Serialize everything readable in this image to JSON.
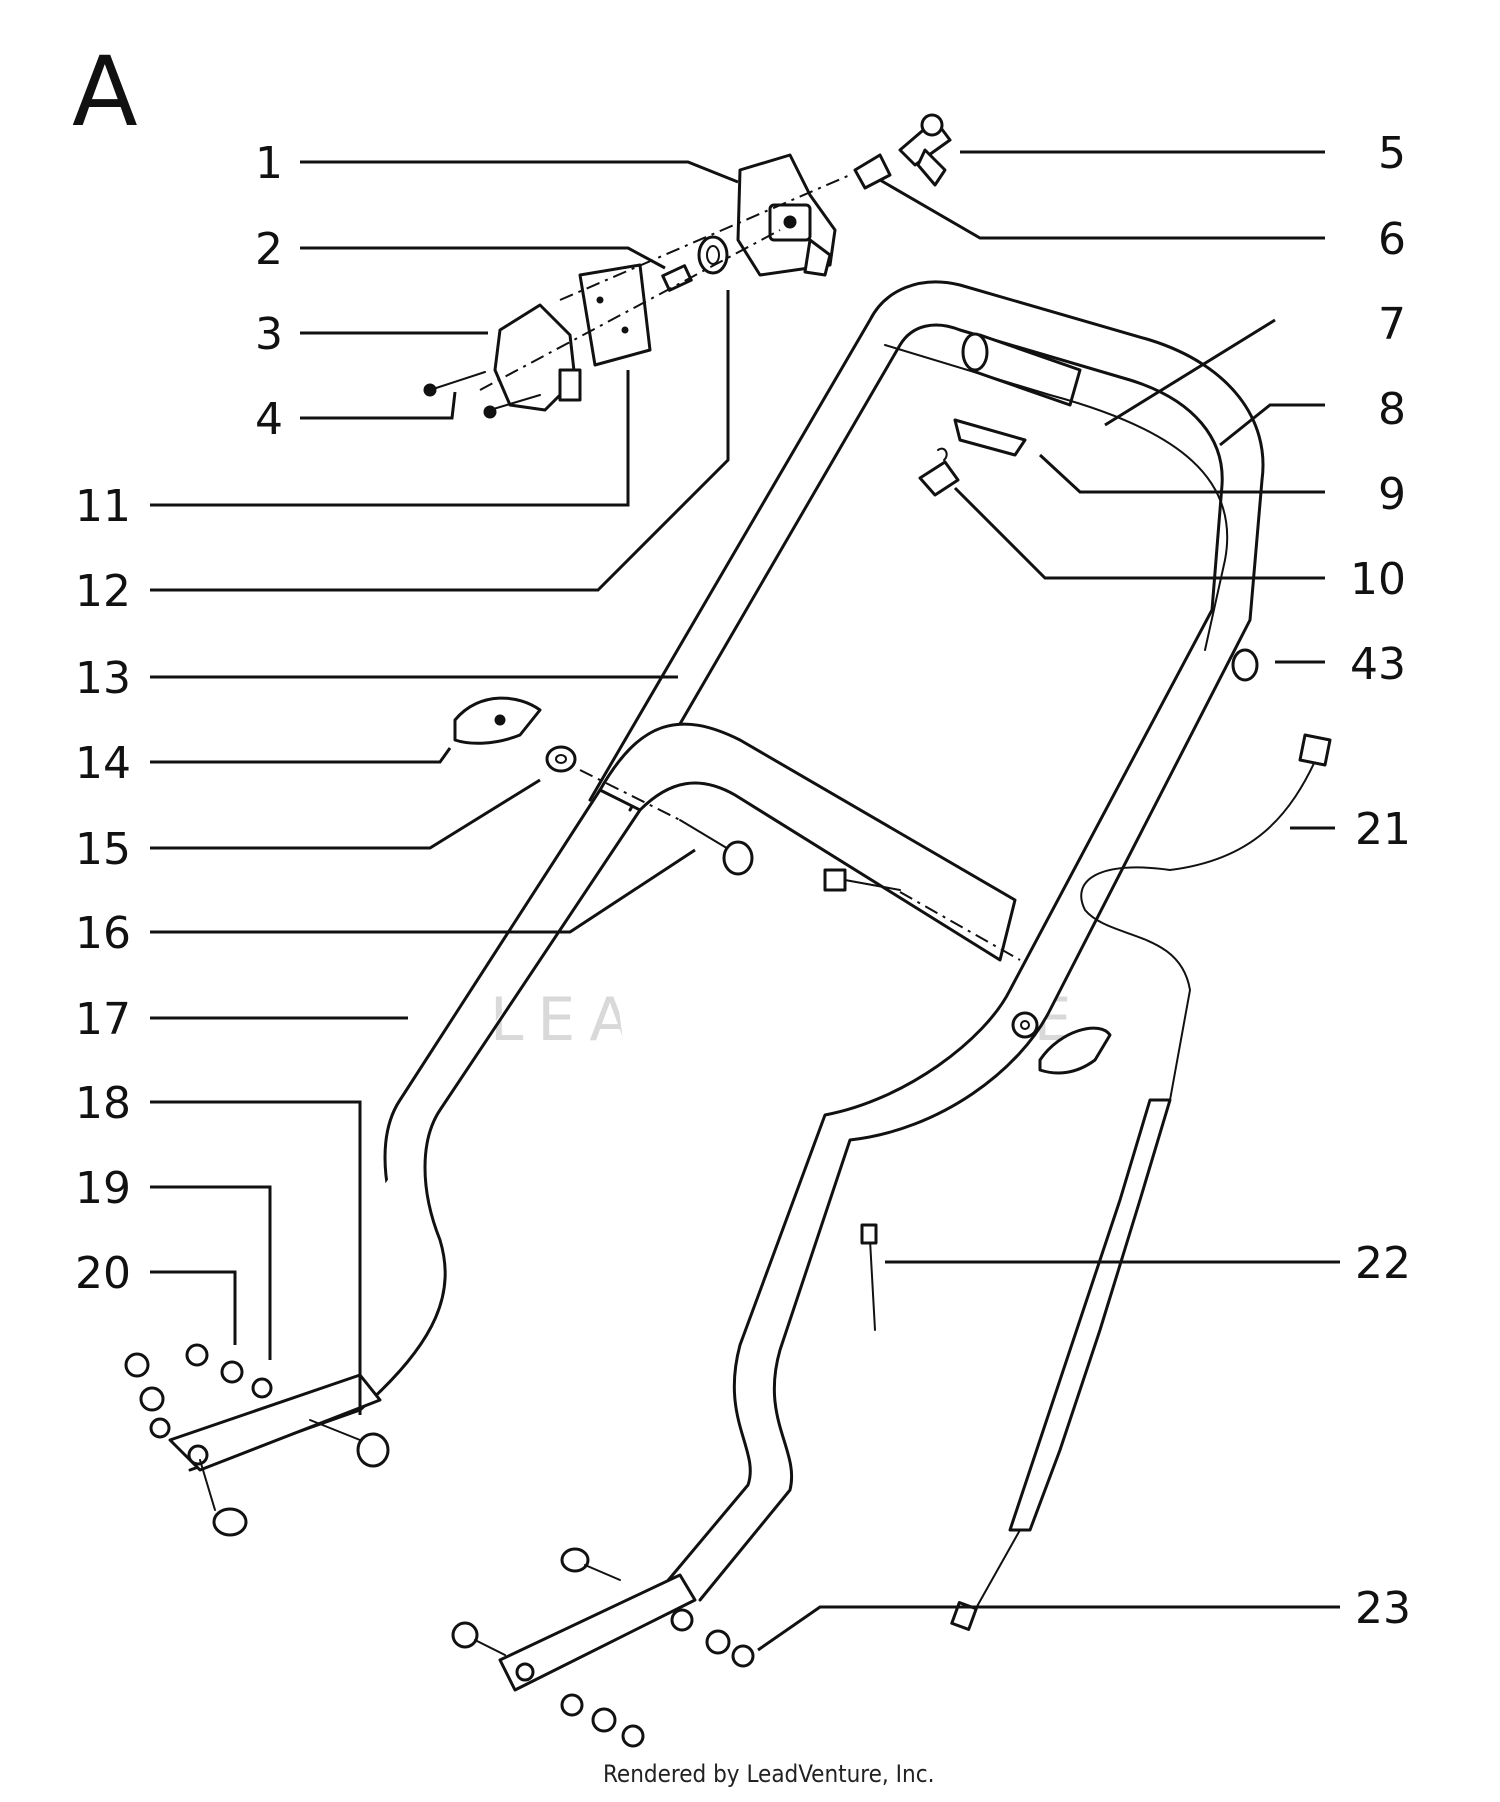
{
  "section_letter": "A",
  "watermark": "LEADVENTURE",
  "credit": "Rendered by LeadVenture, Inc.",
  "callouts": {
    "c1": "1",
    "c2": "2",
    "c3": "3",
    "c4": "4",
    "c5": "5",
    "c6": "6",
    "c7": "7",
    "c8": "8",
    "c9": "9",
    "c10": "10",
    "c11": "11",
    "c12": "12",
    "c13": "13",
    "c14": "14",
    "c15": "15",
    "c16": "16",
    "c17": "17",
    "c18": "18",
    "c19": "19",
    "c20": "20",
    "c21": "21",
    "c22": "22",
    "c23": "23",
    "c43": "43"
  }
}
